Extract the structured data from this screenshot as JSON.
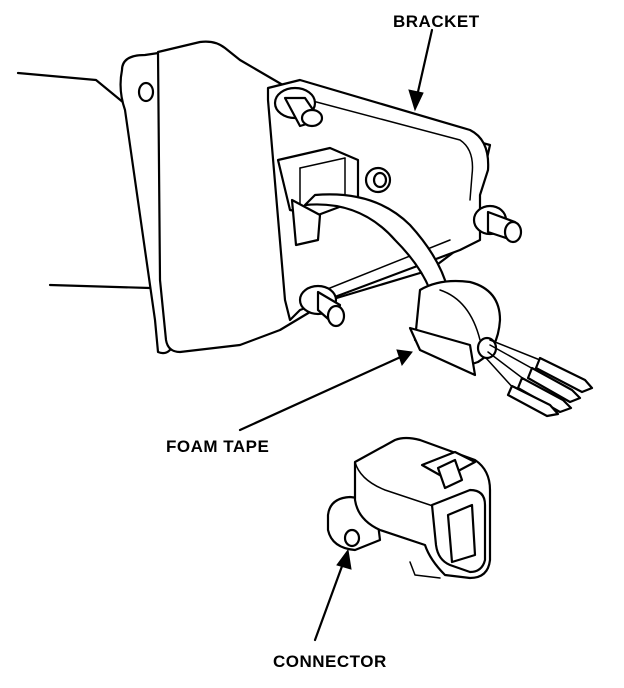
{
  "labels": {
    "bracket": "BRACKET",
    "foam_tape": "FOAM TAPE",
    "connector": "CONNECTOR"
  },
  "colors": {
    "ink": "#000000",
    "paper": "#ffffff"
  }
}
